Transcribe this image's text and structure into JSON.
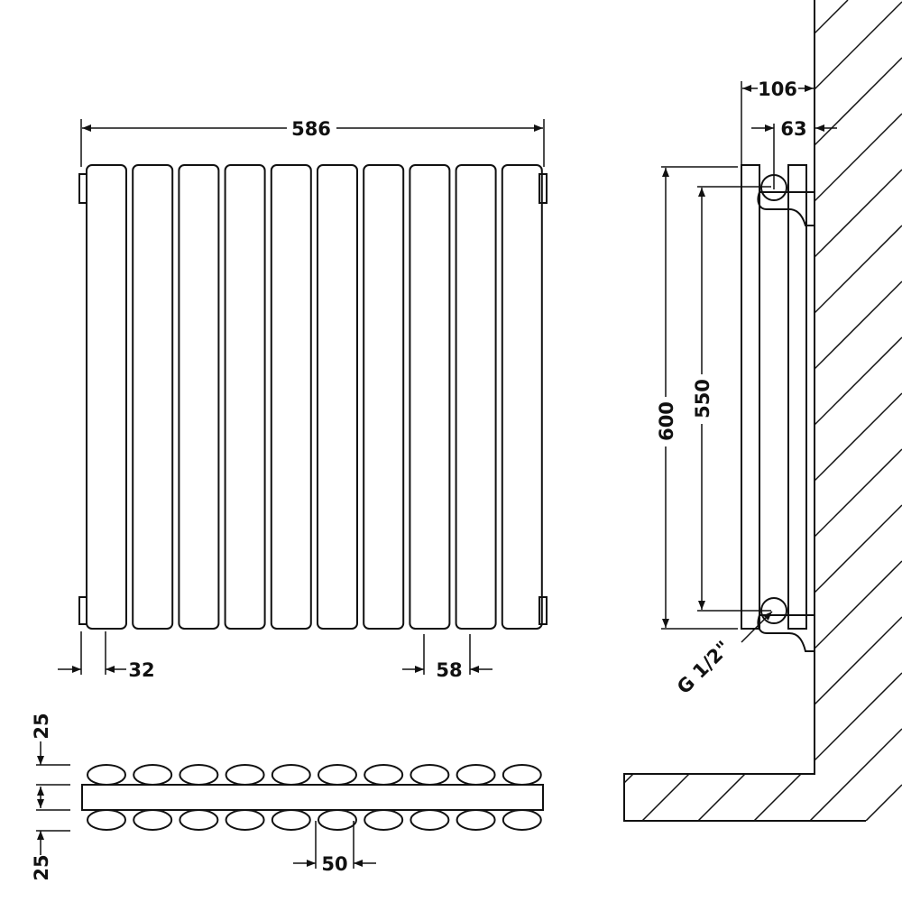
{
  "diagram": {
    "front_view": {
      "overall_width": "586",
      "end_offset": "32",
      "column_pitch": "58",
      "column_count": 10
    },
    "plan_view": {
      "top_offset": "25",
      "bottom_offset": "25",
      "column_depth": "50"
    },
    "side_view": {
      "wall_projection": "106",
      "pipe_to_wall": "63",
      "overall_height": "600",
      "pipe_centres": "550",
      "connection": "G 1/2\""
    },
    "colors": {
      "line": "#111111",
      "background": "#ffffff"
    }
  }
}
